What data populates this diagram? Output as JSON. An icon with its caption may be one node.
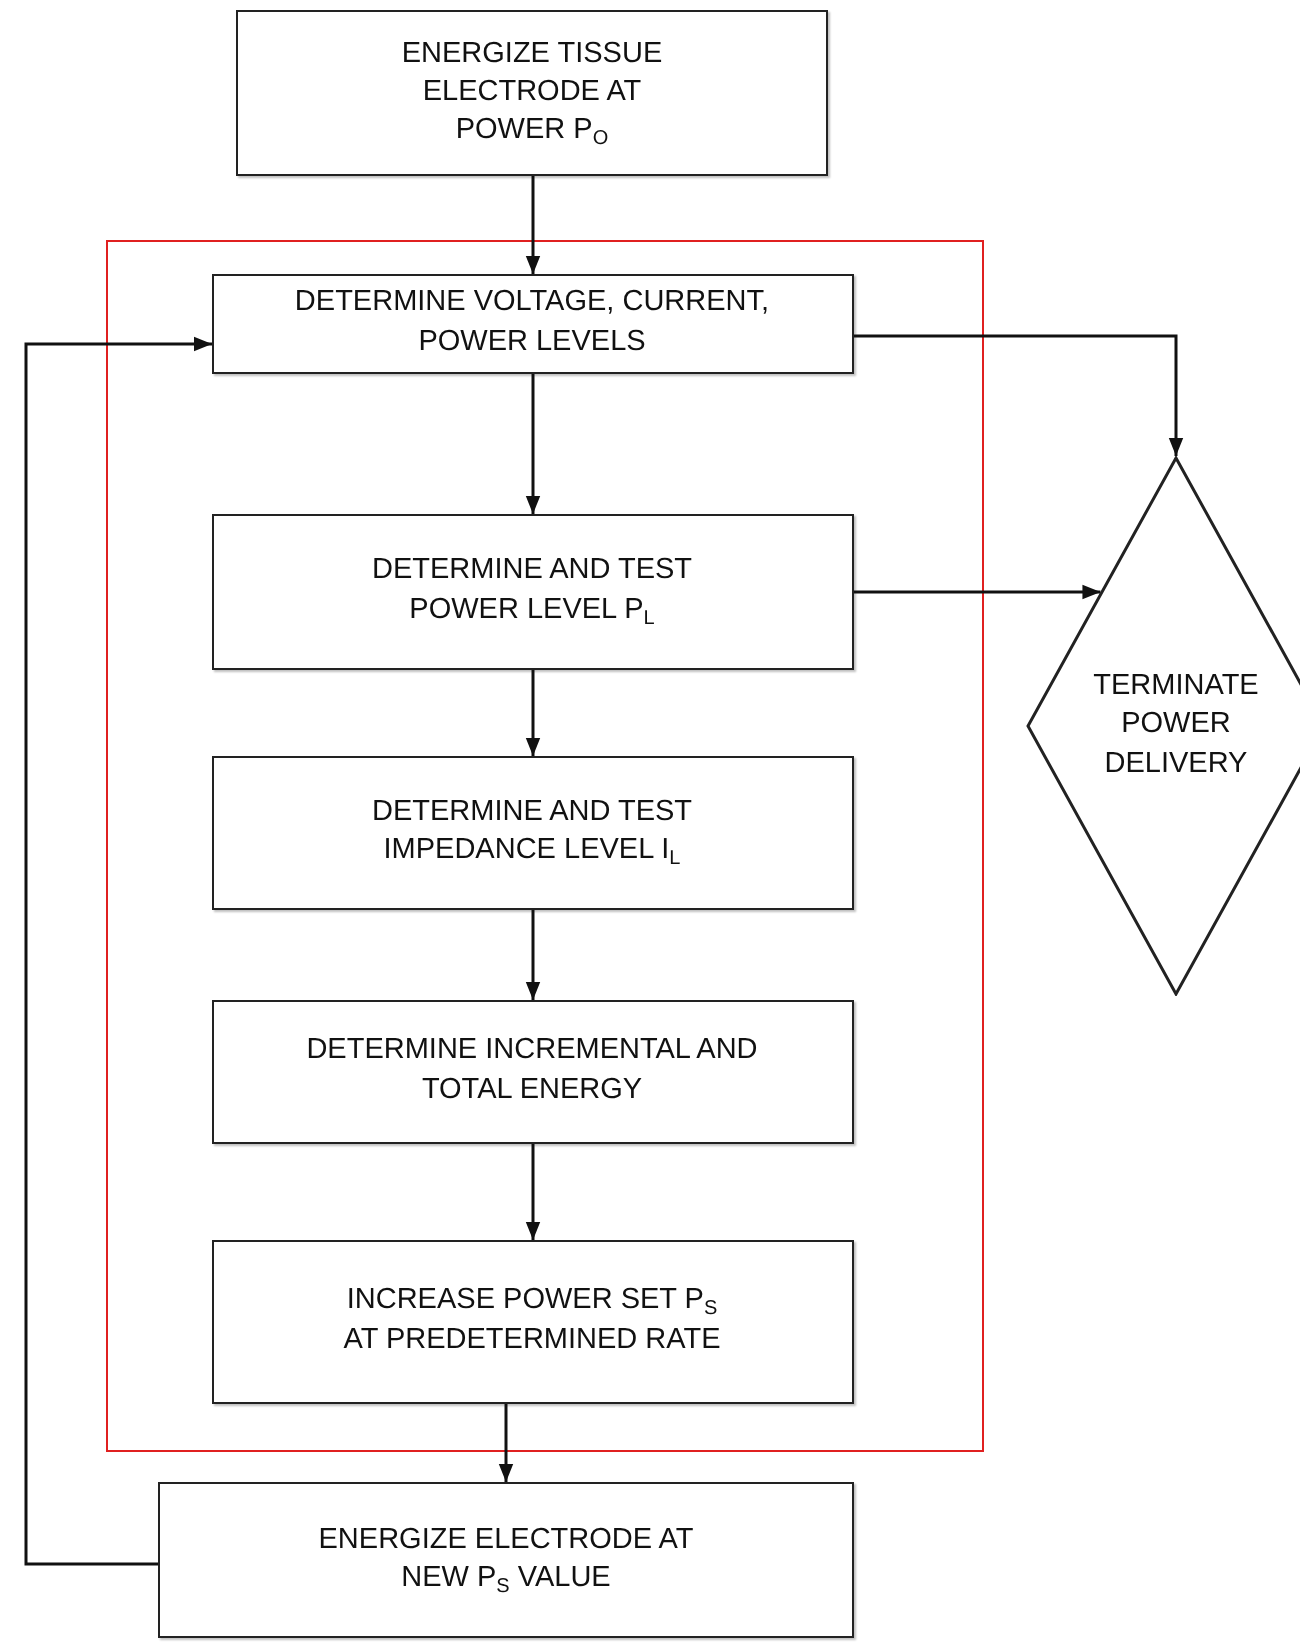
{
  "diagram": {
    "nodes": [
      {
        "text": [
          "ENERGIZE TISSUE ELECTRODE AT POWER P$_{O}$"
        ]
      },
      {
        "text": [],
        "shape": "box"
      },
      {
        "text": [
          "DETERMINE VOLTAGE, CURRENT, POWER LEVELS"
        ],
        "in": 1
      },
      {
        "text": [
          "DETERMINE AND TEST POWER LEVEL P$_{L}$"
        ],
        "in": 1
      },
      {
        "text": [
          "DETERMINE AND TEST IMPEDANCE LEVEL I$_{L}$"
        ],
        "in": 1
      },
      {
        "text": [
          "DETERMINE INCREMENTAL AND TOTAL ENERGY"
        ],
        "in": 1
      },
      {
        "text": [
          "INCREASE POWER SET P$_{S}$ AT PREDETERMINED RATE"
        ],
        "in": 1
      },
      {
        "text": [
          "TERMINATE POWER DELIVERY"
        ]
      },
      {
        "text": [
          "ENERGIZE ELECTRODE AT NEW P$_{S}$ VALUE"
        ]
      }
    ],
    "edges": [
      {
        "from": 0,
        "to": 2,
        "arrow": "to"
      },
      {
        "from": 2,
        "to": 3,
        "arrow": "to"
      },
      {
        "from": 3,
        "to": 4,
        "arrow": "to"
      },
      {
        "from": 4,
        "to": 5,
        "arrow": "to"
      },
      {
        "from": 5,
        "to": 6,
        "arrow": "to"
      },
      {
        "from": 6,
        "to": 8,
        "arrow": "to"
      },
      {
        "from": 2,
        "to": 7,
        "arrow": "to"
      },
      {
        "from": 3,
        "to": 7,
        "arrow": "to"
      },
      {
        "from": 8,
        "to": 2,
        "arrow": "to"
      }
    ]
  }
}
